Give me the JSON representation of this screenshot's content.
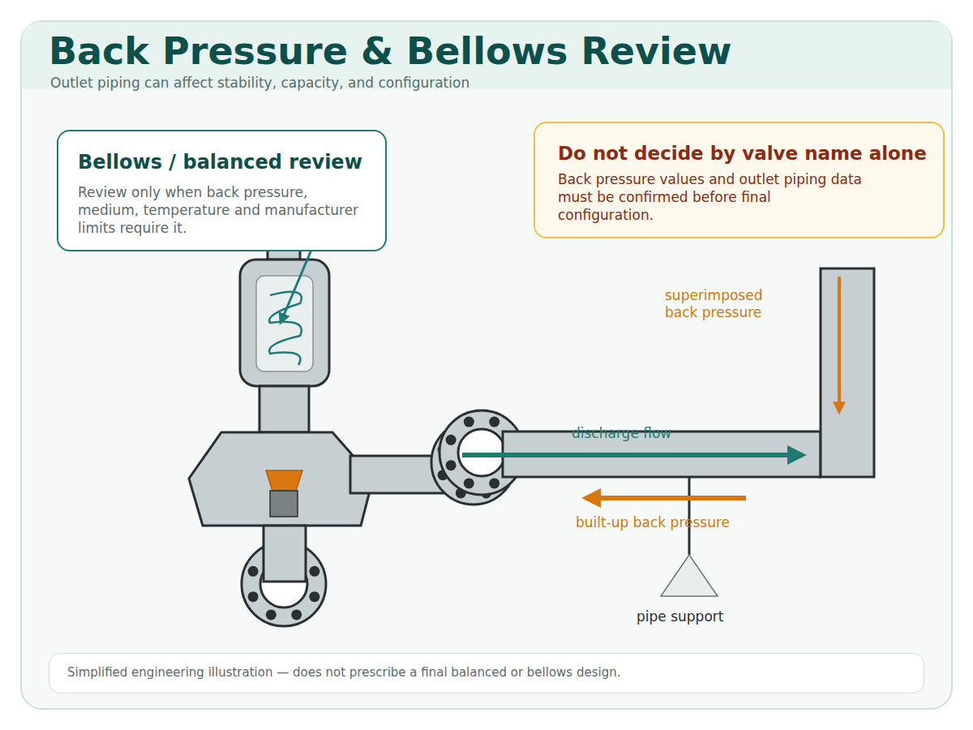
{
  "diagram": {
    "title": "Back Pressure & Bellows Review",
    "caption": "Simplified engineering illustration — does not prescribe a final balanced or bellows design.",
    "nodes": [
      {
        "text": [
          "Bellows / balanced review",
          "Review only when back pressure, medium, temperature and manufacturer limits require it."
        ]
      },
      {
        "text": [
          "Do not decide by valve name alone",
          "Back pressure values and outlet piping data must be confirmed before final configuration."
        ]
      }
    ],
    "labels": [
      "Outlet piping can affect stability, capacity, and configuration",
      "superimposed back pressure",
      "discharge flow",
      "built-up back pressure",
      "pipe support"
    ]
  }
}
